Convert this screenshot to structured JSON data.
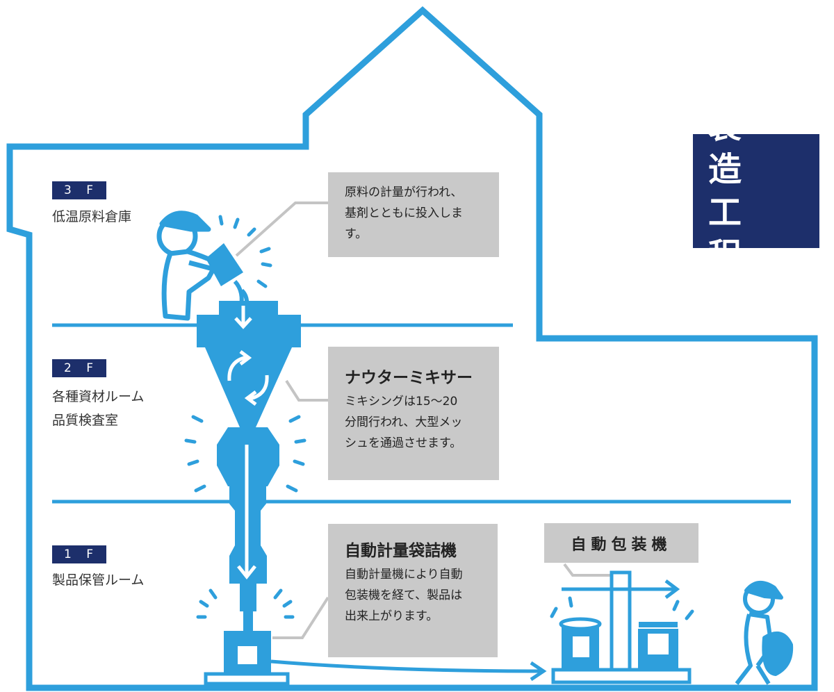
{
  "title": {
    "line1": "製 造",
    "line2": "工 程"
  },
  "floors": [
    {
      "badge": "3 F",
      "rooms": [
        "低温原料倉庫"
      ]
    },
    {
      "badge": "2 F",
      "rooms": [
        "各種資材ルーム",
        "品質検査室"
      ]
    },
    {
      "badge": "1 F",
      "rooms": [
        "製品保管ルーム"
      ]
    }
  ],
  "notes": {
    "input": {
      "body": [
        "原料の計量が行われ、",
        "基剤とともに投入しま",
        "す。"
      ]
    },
    "mixer": {
      "heading": "ナウターミキサー",
      "body": [
        "ミキシングは15〜20",
        "分間行われ、大型メッ",
        "シュを通過させます。"
      ]
    },
    "filler": {
      "heading": "自動計量袋詰機",
      "body": [
        "自動計量機により自動",
        "包装機を経て、製品は",
        "出来上がります。"
      ]
    }
  },
  "packaging_label": "自動包装機",
  "colors": {
    "line": "#2e9fdc",
    "navy": "#1d2f6b",
    "note_bg": "#c9c9c9",
    "connector": "#c4c4c4"
  }
}
